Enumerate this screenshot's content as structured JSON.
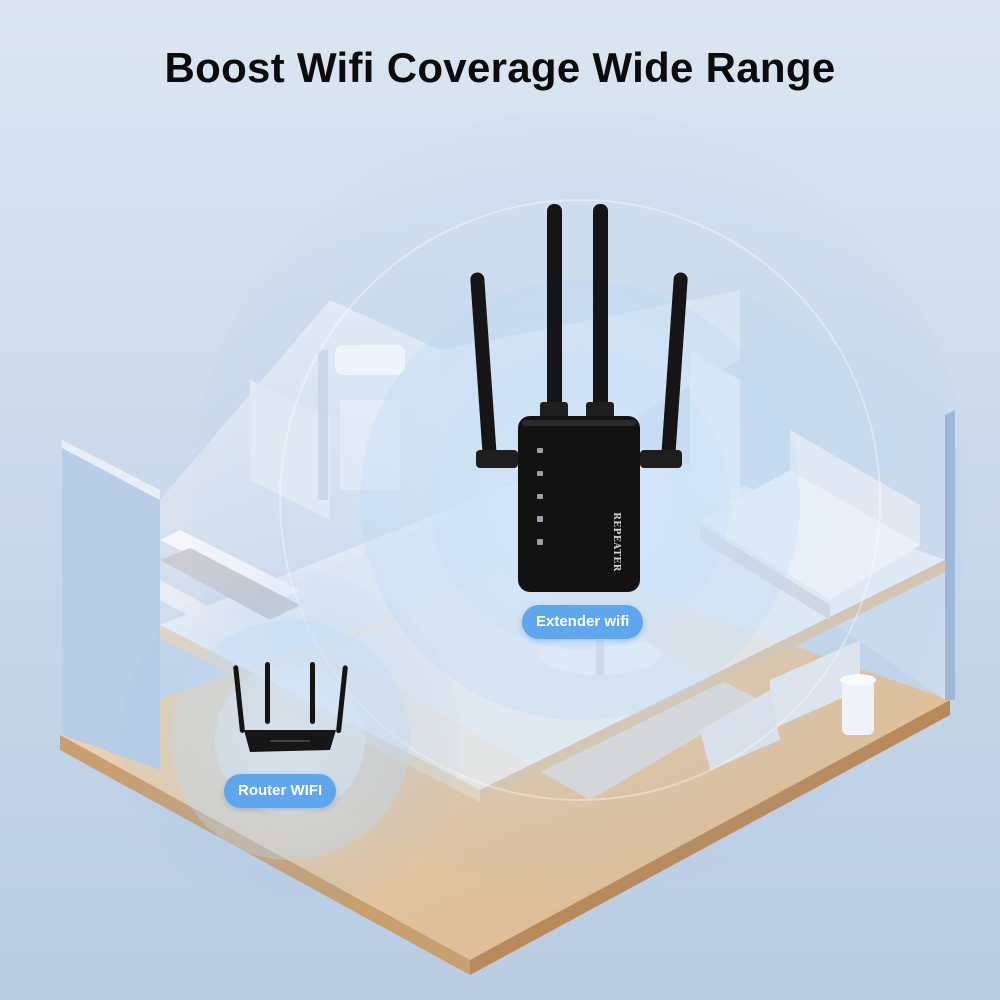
{
  "headline": "Boost Wifi Coverage Wide Range",
  "labels": {
    "extender": "Extender wifi",
    "router": "Router WIFI",
    "device_print": "REPEATER"
  },
  "colors": {
    "background": "#c9d8ea",
    "coverage_wave": "#8fbef0",
    "pill": "#5ea6ee",
    "device": "#111111",
    "floor": "#e4c8a4"
  },
  "icons": [
    "extender-device-icon",
    "router-device-icon",
    "wifi-indicator-icon"
  ]
}
